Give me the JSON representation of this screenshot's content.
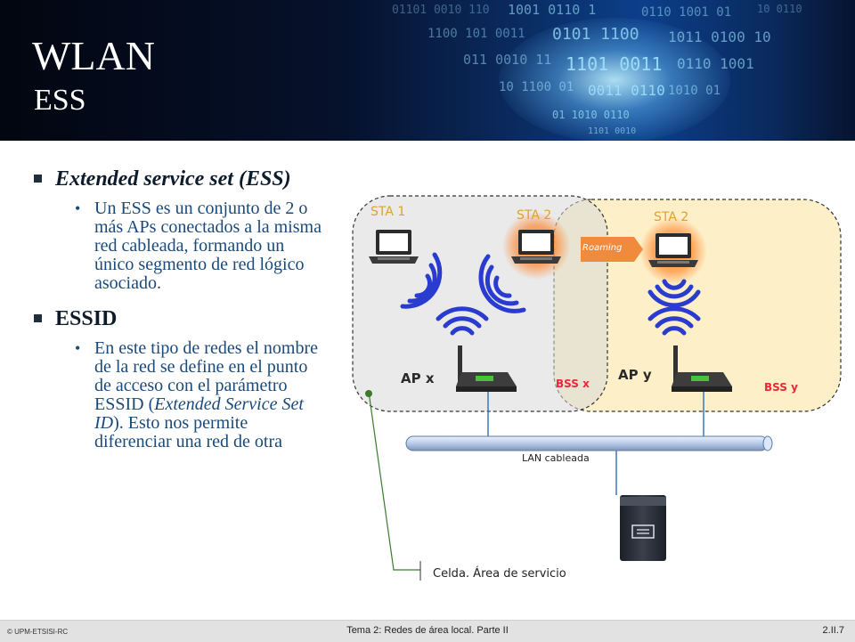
{
  "header": {
    "title": "WLAN",
    "subtitle": "ESS"
  },
  "bullets": {
    "ess_heading": "Extended service set (ESS)",
    "ess_body": "Un ESS es un conjunto de 2 o más APs conectados a la misma red cableada, formando un único segmento de red lógico asociado.",
    "essid_heading": "ESSID",
    "essid_body_1": "En este tipo de redes el nombre de la red se define en el punto de acceso con el parámetro ESSID (",
    "essid_body_em": "Extended Service Set ID",
    "essid_body_2": "). Esto nos permite diferenciar una red de otra"
  },
  "diagram": {
    "sta1": "STA 1",
    "sta2_left": "STA 2",
    "sta2_right": "STA 2",
    "roaming": "Roaming",
    "ap_x": "AP x",
    "ap_y": "AP y",
    "bss_x": "BSS x",
    "bss_y": "BSS y",
    "lan": "LAN cableada",
    "cell": "Celda. Área de servicio"
  },
  "footer": {
    "copyright": "© UPM-ETSISI-RC",
    "center": "Tema 2: Redes de área local. Parte II",
    "page": "2.II.7"
  },
  "colors": {
    "sta_label": "#e0a030",
    "bss_label": "#e8283a",
    "signal": "#2a3bd0",
    "roaming_bg": "#f08a3c",
    "cell_y_bg": "#fdf0c8"
  }
}
